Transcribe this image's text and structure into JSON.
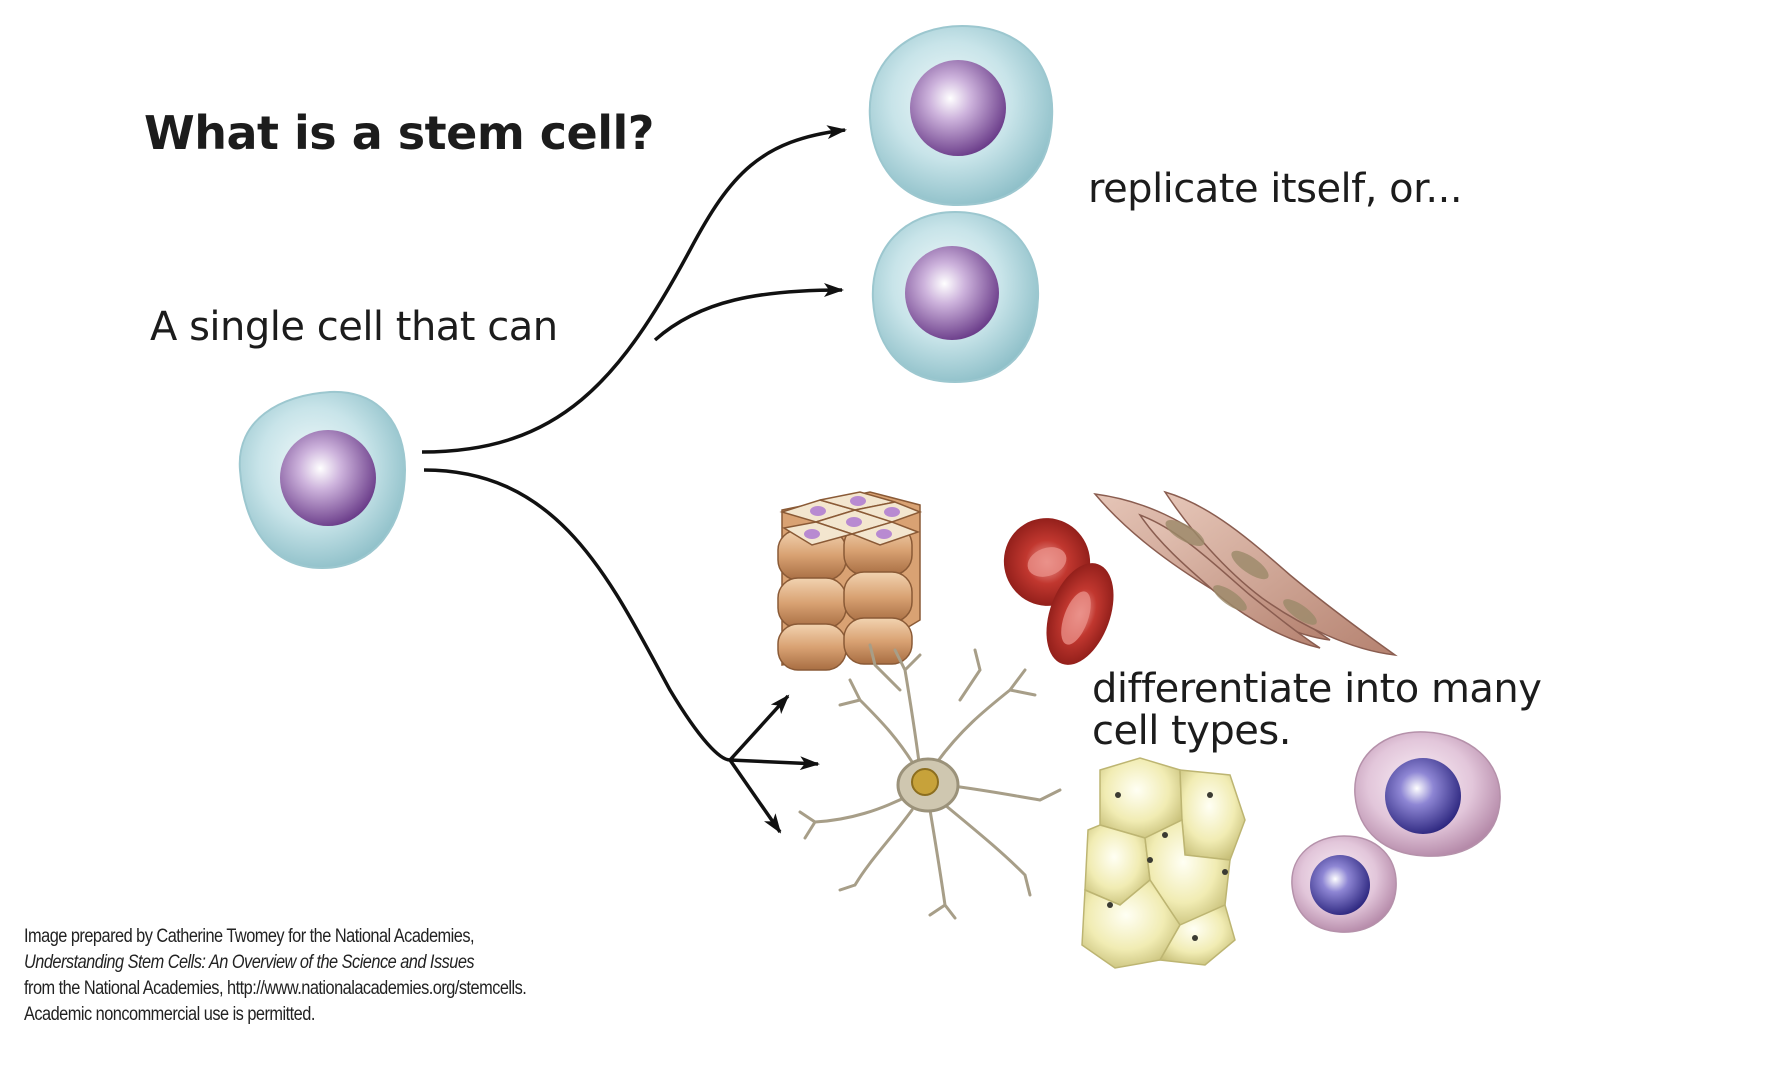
{
  "title": "What is a stem cell?",
  "intro": "A single cell that can",
  "replicate_label": "replicate itself, or...",
  "differentiate_label": {
    "line1": "differentiate into many",
    "line2": "cell types."
  },
  "credit": {
    "line1": "Image prepared by Catherine Twomey for the National Academies,",
    "line2": "Understanding Stem Cells: An Overview of the Science and Issues",
    "line3": "from the National Academies, http://www.nationalacademies.org/stemcells.",
    "line4": "Academic noncommercial use is permitted."
  },
  "colors": {
    "stem_cell_body": "#b9dde3",
    "nucleus": "#9b6fb2",
    "blood_cell": "#b8302c",
    "muscle_cell": "#c89a8a",
    "fat_cell": "#ece6a4",
    "immune_cell": "#d6b5cf",
    "neuron": "#b5ae9c"
  }
}
